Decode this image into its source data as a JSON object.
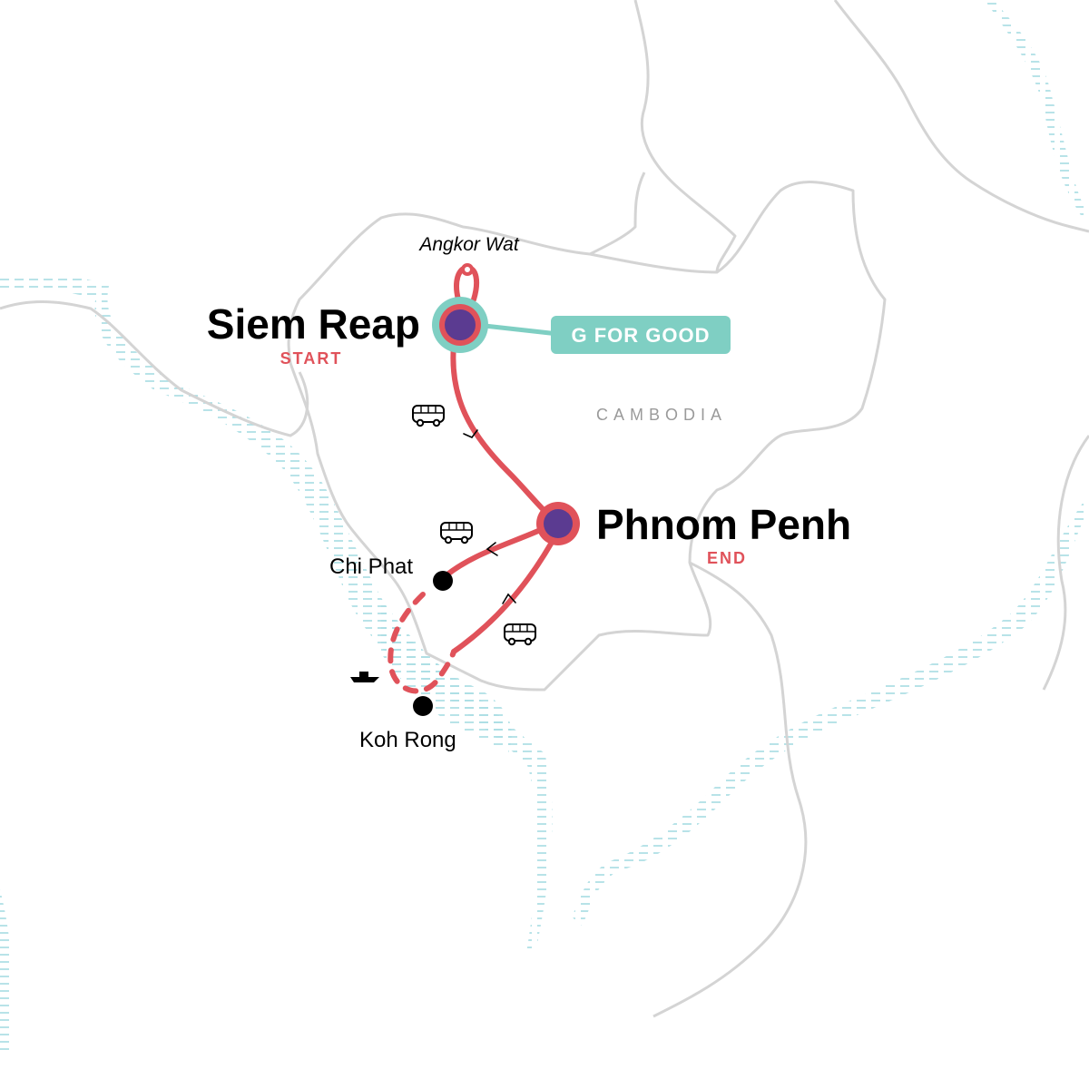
{
  "map": {
    "country_label": "CAMBODIA",
    "colors": {
      "route": "#e0525a",
      "city_fill": "#5b3b91",
      "g_for_good": "#7fcfc3",
      "border": "#d4d4d4",
      "water": "#a6dce3",
      "stop": "#000000"
    },
    "cities": {
      "siem_reap": {
        "name": "Siem Reap",
        "tag": "START"
      },
      "phnom_penh": {
        "name": "Phnom Penh",
        "tag": "END"
      },
      "chi_phat": {
        "name": "Chi Phat"
      },
      "koh_rong": {
        "name": "Koh Rong"
      }
    },
    "landmarks": {
      "angkor_wat": {
        "name": "Angkor Wat"
      }
    },
    "badge": {
      "label": "G FOR GOOD"
    },
    "legs": [
      {
        "from": "Siem Reap",
        "to": "Phnom Penh",
        "transport": "bus-icon"
      },
      {
        "from": "Phnom Penh",
        "to": "Chi Phat",
        "transport": "bus-icon"
      },
      {
        "from": "Chi Phat",
        "to": "Koh Rong",
        "transport": "boat-icon"
      },
      {
        "from": "Koh Rong",
        "to": "Phnom Penh",
        "transport": "bus-icon"
      }
    ]
  }
}
